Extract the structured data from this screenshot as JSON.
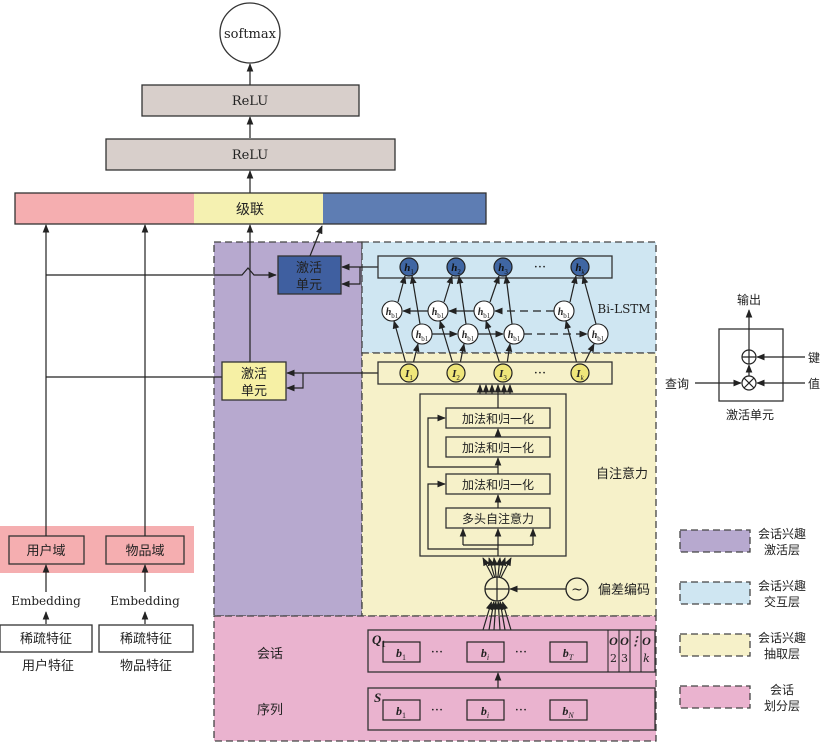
{
  "colors": {
    "relu_fill": "#d8cfcb",
    "concat_pink": "#f5aeb0",
    "concat_yellow": "#f5f1b1",
    "concat_blue": "#5e7db3",
    "activation_layer": "#b7a9cf",
    "interaction_layer": "#cfe6f2",
    "extraction_layer": "#f6f1c9",
    "partition_layer": "#eab3cf",
    "domain_band": "#f5aeb0",
    "h_node": "#3f66a3",
    "i_node": "#efe67a",
    "act_unit_top": "#3f5fa0",
    "act_unit_bottom": "#f6f0a5"
  },
  "top": {
    "softmax": "softmax",
    "relu_upper": "ReLU",
    "relu_lower": "ReLU",
    "concat": "级联"
  },
  "activation_units": {
    "top_label_line1": "激活",
    "top_label_line2": "单元",
    "bottom_label_line1": "激活",
    "bottom_label_line2": "单元"
  },
  "bilstm": {
    "label": "Bi-LSTM",
    "h_nodes": [
      {
        "base": "h",
        "sub": "1"
      },
      {
        "base": "h",
        "sub": "2"
      },
      {
        "base": "h",
        "sub": "3"
      },
      {
        "base": "h",
        "sub": "k"
      }
    ],
    "hidden_node": {
      "base": "h",
      "sub": "b1"
    },
    "ellipsis": "···"
  },
  "extraction": {
    "i_nodes": [
      {
        "base": "I",
        "sub": "1"
      },
      {
        "base": "I",
        "sub": "2"
      },
      {
        "base": "I",
        "sub": "3"
      },
      {
        "base": "I",
        "sub": "k"
      }
    ],
    "ellipsis": "···",
    "add_norm_1": "加法和归一化",
    "add_norm_2": "加法和归一化",
    "add_norm_3": "加法和归一化",
    "multihead": "多头自注意力",
    "self_attention_label": "自注意力",
    "bias_encoding": "偏差编码"
  },
  "partition": {
    "session_label": "会话",
    "sequence_label": "序列",
    "q_label": {
      "base": "Q",
      "sub": "1"
    },
    "s_label": "S",
    "session_items": [
      {
        "base": "b",
        "sub": "1"
      },
      {
        "base": "b",
        "sub": "i"
      },
      {
        "base": "b",
        "sub": "T"
      }
    ],
    "sequence_items": [
      {
        "base": "b",
        "sub": "1"
      },
      {
        "base": "b",
        "sub": "i"
      },
      {
        "base": "b",
        "sub": "N"
      }
    ],
    "ellipsis": "···",
    "o_cells": [
      {
        "base": "O",
        "sub": "2"
      },
      {
        "base": "O",
        "sub": "3"
      },
      {
        "base": "⋮",
        "sub": ""
      },
      {
        "base": "O",
        "sub": "k"
      }
    ]
  },
  "left": {
    "user_domain": "用户域",
    "item_domain": "物品域",
    "embedding_user": "Embedding",
    "embedding_item": "Embedding",
    "sparse_user": "稀疏特征",
    "sparse_item": "稀疏特征",
    "user_features": "用户特征",
    "item_features": "物品特征"
  },
  "inset": {
    "output": "输出",
    "key": "键",
    "value": "值",
    "query": "查询",
    "caption": "激活单元",
    "plus_symbol": "⊕",
    "times_symbol": "⊗"
  },
  "legend": [
    {
      "line1": "会话兴趣",
      "line2": "激活层",
      "color_key": "activation_layer"
    },
    {
      "line1": "会话兴趣",
      "line2": "交互层",
      "color_key": "interaction_layer"
    },
    {
      "line1": "会话兴趣",
      "line2": "抽取层",
      "color_key": "extraction_layer"
    },
    {
      "line1": "会话",
      "line2": "划分层",
      "color_key": "partition_layer"
    }
  ]
}
